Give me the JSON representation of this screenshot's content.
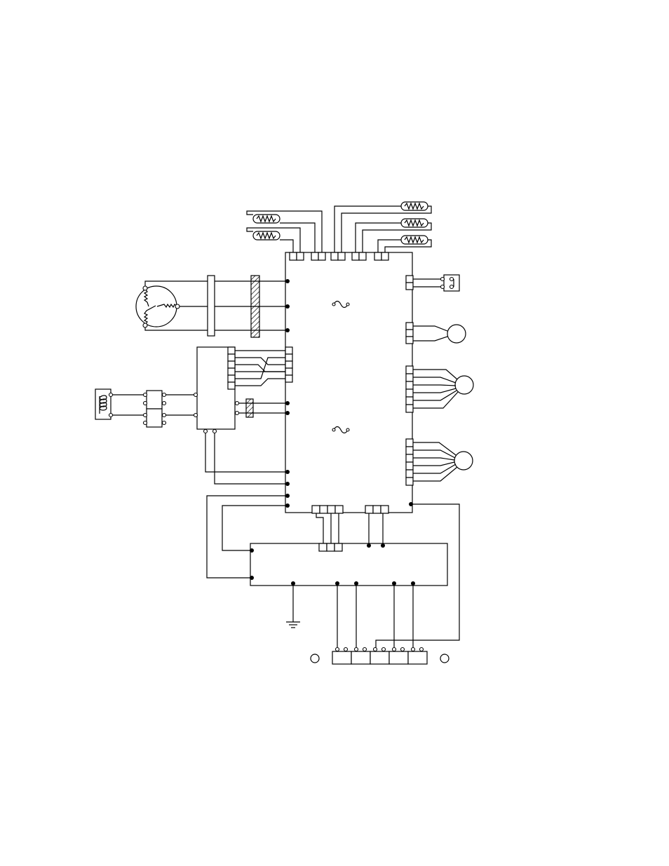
{
  "diagram": {
    "title": "",
    "labels": [],
    "colors": {
      "line": "#000000",
      "background": "#ffffff",
      "hatch": "#000000"
    },
    "components": [
      {
        "name": "main-control-board"
      },
      {
        "name": "compressor-motor"
      },
      {
        "name": "reactor-coil"
      },
      {
        "name": "sensor-thermistor",
        "count": 5
      },
      {
        "name": "terminal-block",
        "terminals": 5
      }
    ]
  }
}
